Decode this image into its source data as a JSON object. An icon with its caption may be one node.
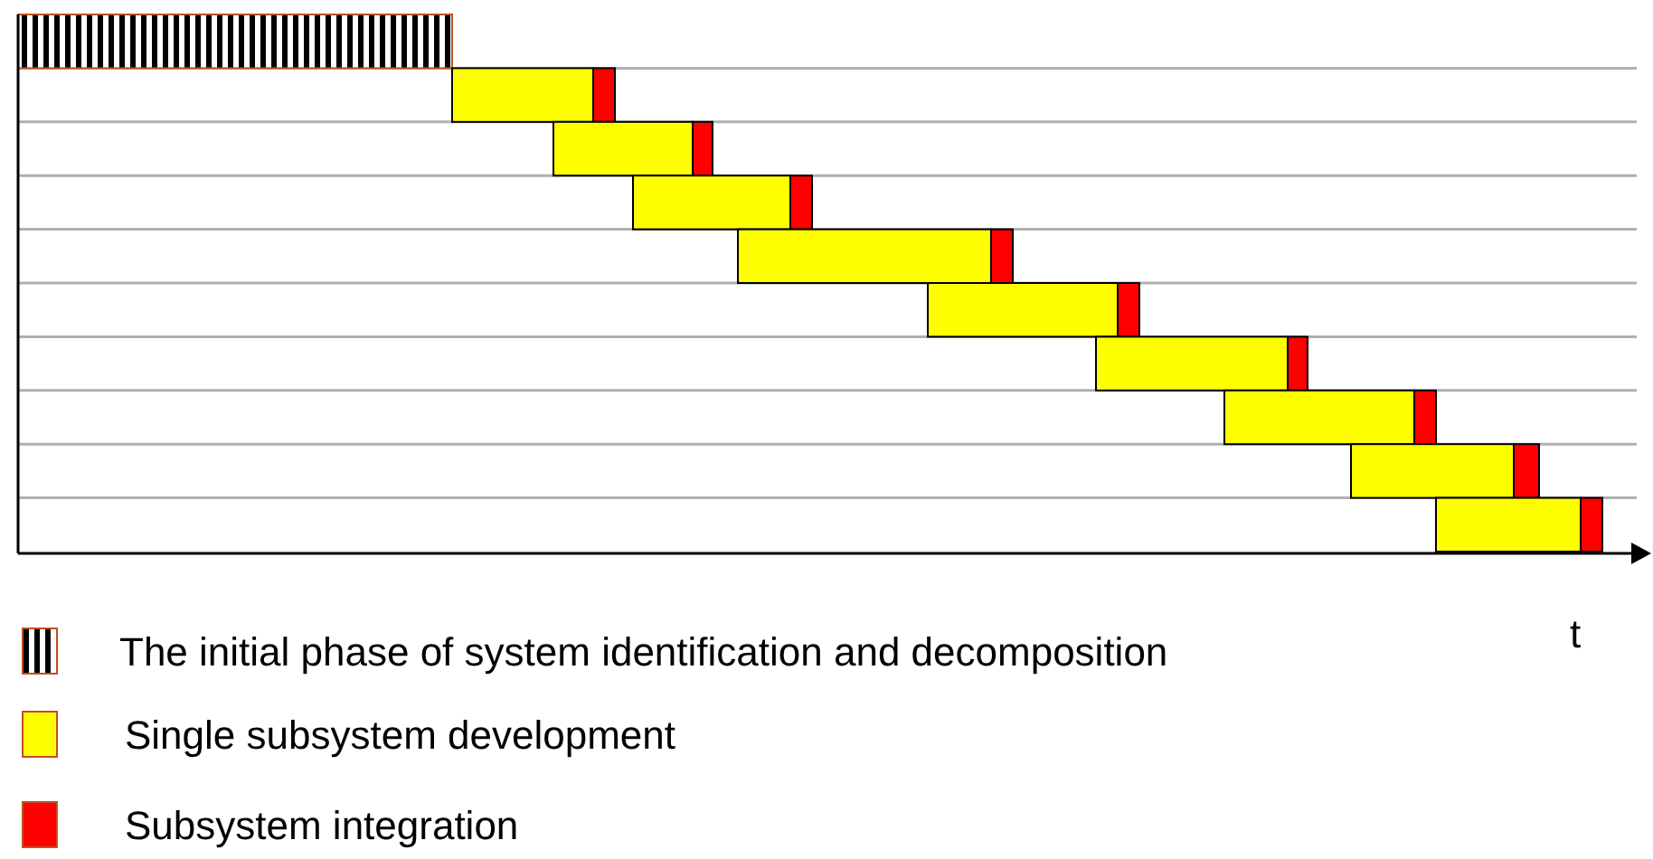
{
  "diagram": {
    "labels": [
      "t"
    ],
    "legend": [
      {
        "text": "The initial phase of system identification and decomposition"
      },
      {
        "text": "Single subsystem development",
        "color": "#ffff00"
      },
      {
        "text": "Subsystem integration",
        "color": "#ff0000"
      }
    ]
  }
}
